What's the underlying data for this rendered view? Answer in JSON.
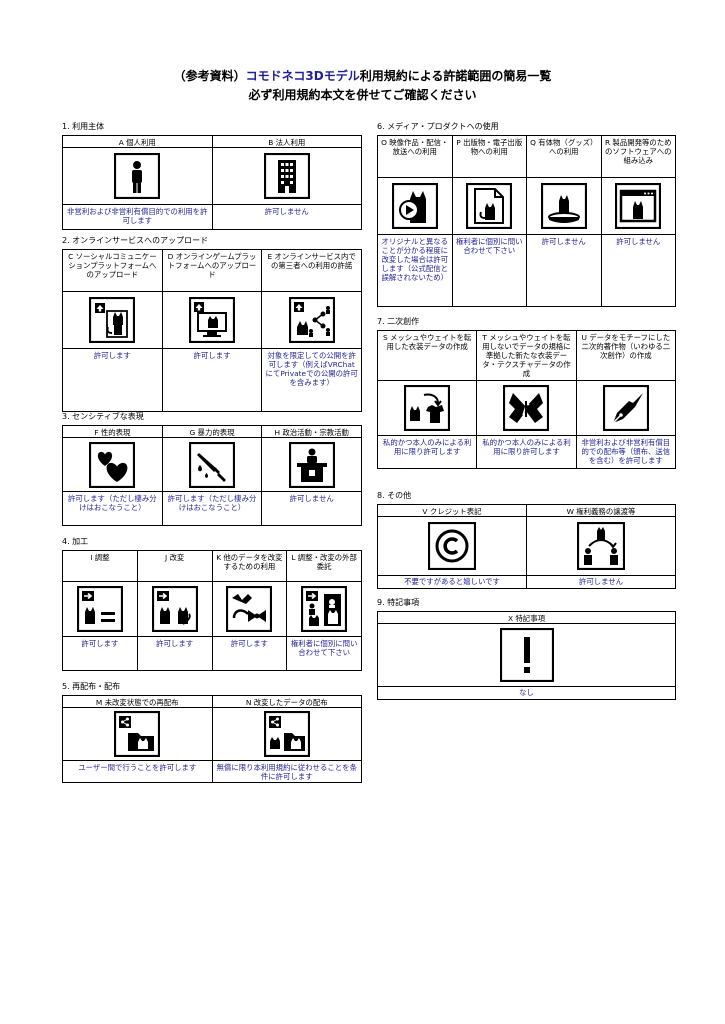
{
  "title": {
    "paren_open": "（参考資料）",
    "brand": "コモドネコ3Dモデル",
    "rest": "利用規約による許諾範囲の簡易一覧",
    "line2": "必ず利用規約本文を併せてご確認ください"
  },
  "sections": {
    "s1": {
      "heading": "1. 利用主体",
      "items": [
        {
          "label": "A 個人利用",
          "icon": "person-icon",
          "result": "非営利および非営利有償目的での利用を許可します"
        },
        {
          "label": "B 法人利用",
          "icon": "building-icon",
          "result": "許可しません"
        }
      ]
    },
    "s2": {
      "heading": "2. オンラインサービスへのアップロード",
      "items": [
        {
          "label": "C ソーシャルコミュニケーションプラットフォームへのアップロード",
          "icon": "upload-avatar-icon",
          "result": "許可します"
        },
        {
          "label": "D オンラインゲームプラットフォームへのアップロード",
          "icon": "upload-monitor-icon",
          "result": "許可します"
        },
        {
          "label": "E オンラインサービス内での第三者への利用の許諾",
          "icon": "share-people-icon",
          "result": "対象を限定しての公開を許可します（例えばVRChatにてPrivateでの公開の許可を含みます）"
        }
      ]
    },
    "s3": {
      "heading": "3. センシティブな表現",
      "items": [
        {
          "label": "F 性的表現",
          "icon": "hearts-icon",
          "result": "許可します（ただし棲み分けはおこなうこと）"
        },
        {
          "label": "G 暴力的表現",
          "icon": "knife-icon",
          "result": "許可します（ただし棲み分けはおこなうこと）"
        },
        {
          "label": "H 政治活動・宗教活動",
          "icon": "podium-icon",
          "result": "許可しません"
        }
      ]
    },
    "s4": {
      "heading": "4. 加工",
      "items": [
        {
          "label": "I 調整",
          "icon": "adjust-equal-icon",
          "result": "許可します"
        },
        {
          "label": "J 改変",
          "icon": "modify-icon",
          "result": "許可します"
        },
        {
          "label": "K 他のデータを改変するための利用",
          "icon": "ribbon-cat-icon",
          "result": "許可します"
        },
        {
          "label": "L 調整・改変の外部委託",
          "icon": "outsource-icon",
          "result": "権利者に個別に問い合わせて下さい"
        }
      ]
    },
    "s5": {
      "heading": "5. 再配布・配布",
      "items": [
        {
          "label": "M 未改変状態での再配布",
          "icon": "folder-share-icon",
          "result": "ユーザー間で行うことを許可します"
        },
        {
          "label": "N 改変したデータの配布",
          "icon": "modified-share-icon",
          "result": "無償に限り本利用規約に従わせることを条件に許可します"
        }
      ]
    },
    "s6": {
      "heading": "6. メディア・プロダクトへの使用",
      "items": [
        {
          "label": "O 映像作品・配信・放送への利用",
          "icon": "video-cat-icon",
          "result": "オリジナルと異なることが分かる程度に改変した場合は許可します（公式配信と誤解されないため）"
        },
        {
          "label": "P 出版物・電子出版物への利用",
          "icon": "document-cat-icon",
          "result": "権利者に個別に問い合わせて下さい"
        },
        {
          "label": "Q 有体物（グッズ）への利用",
          "icon": "figure-cat-icon",
          "result": "許可しません"
        },
        {
          "label": "R 製品開発等のためのソフトウェアへの組み込み",
          "icon": "software-cat-icon",
          "result": "許可しません"
        }
      ]
    },
    "s7": {
      "heading": "7. 二次創作",
      "items": [
        {
          "label": "S メッシュやウェイトを転用した衣装データの作成",
          "icon": "outfit-transfer-icon",
          "result": "私的かつ本人のみによる利用に限り許可します"
        },
        {
          "label": "T メッシュやウェイトを転用しないでデータの規格に準拠した新たな衣装データ・テクスチャデータの作成",
          "icon": "butterfly-icon",
          "result": "私的かつ本人のみによる利用に限り許可します"
        },
        {
          "label": "U データをモチーフにした二次的著作物（いわゆる二次創作）の作成",
          "icon": "pen-nib-icon",
          "result": "非営利および非営利有償目的での配布等（頒布、送信を含む）を許可します"
        }
      ]
    },
    "s8": {
      "heading": "8. その他",
      "items": [
        {
          "label": "V クレジット表記",
          "icon": "copyright-icon",
          "result": "不要ですがあると嬉しいです"
        },
        {
          "label": "W 権利義務の譲渡等",
          "icon": "transfer-icon",
          "result": "許可しません"
        }
      ]
    },
    "s9": {
      "heading": "9. 特記事項",
      "items": [
        {
          "label": "X 特記事項",
          "icon": "exclamation-icon",
          "result": "なし"
        }
      ]
    }
  }
}
